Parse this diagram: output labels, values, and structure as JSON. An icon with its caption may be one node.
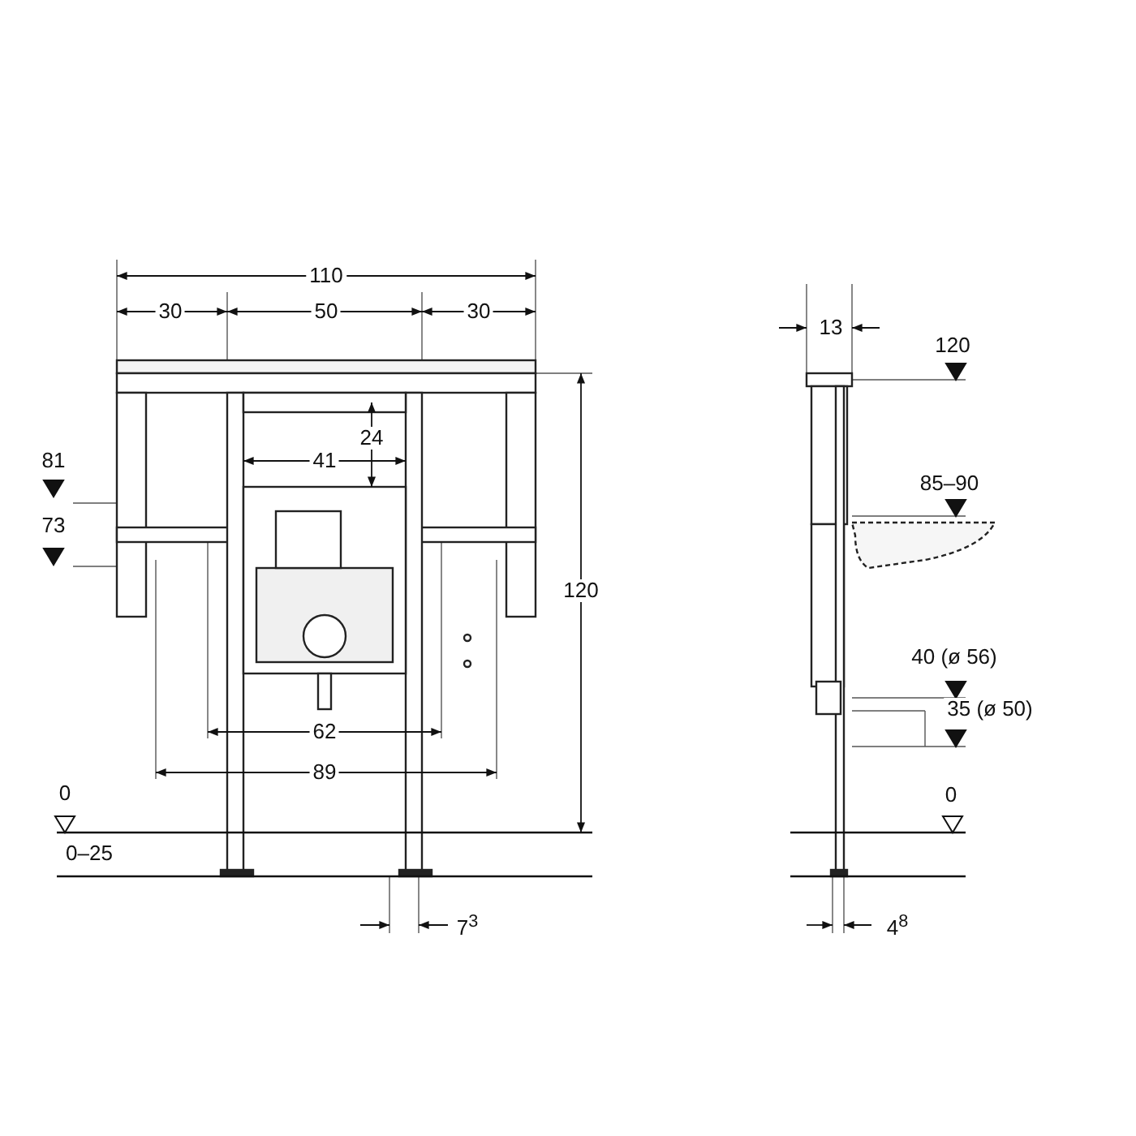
{
  "diagram": {
    "labels": [
      "110",
      "30",
      "50",
      "30",
      "13",
      "120",
      "24",
      "81",
      "41",
      "85–90",
      "73",
      "120",
      "40 (ø 56)",
      "35 (ø 50)",
      "62",
      "89",
      "0",
      "0",
      "0–25",
      "7$^{3}$",
      "4$^{8}$"
    ]
  }
}
